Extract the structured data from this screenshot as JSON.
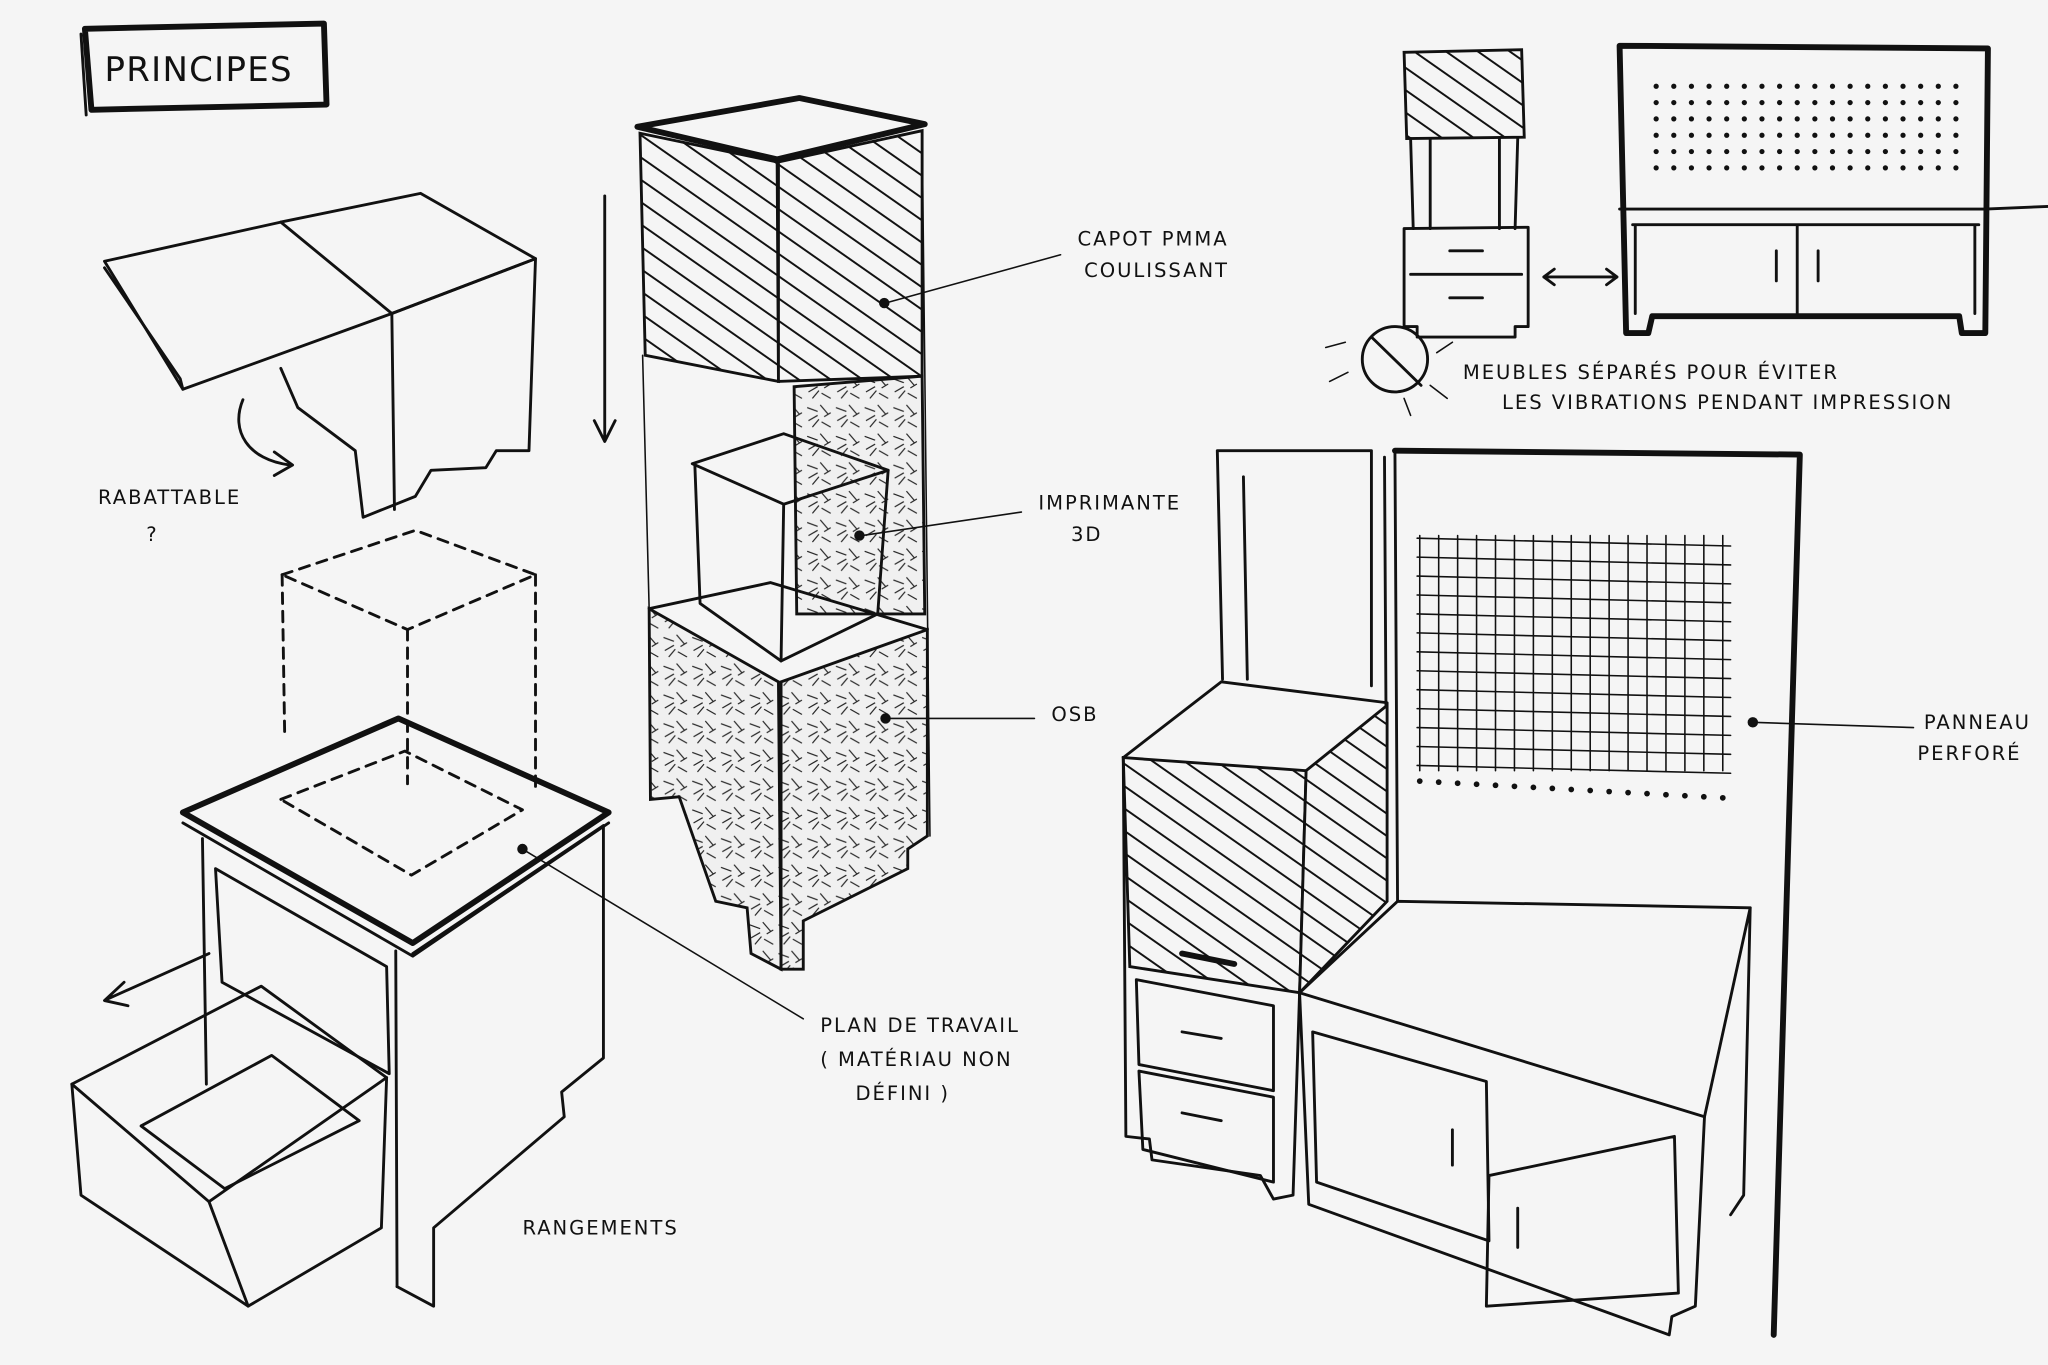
{
  "title": "PRINCIPES",
  "annotations": {
    "rabattable": "RABATTABLE",
    "rabattable_q": "?",
    "capot_line1": "CAPOT PMMA",
    "capot_line2": "COULISSANT",
    "imprimante_line1": "IMPRIMANTE",
    "imprimante_line2": "3D",
    "osb": "OSB",
    "plan_line1": "PLAN DE TRAVAIL",
    "plan_line2": "( MATÉRIAU NON",
    "plan_line3": "DÉFINI )",
    "rangements": "RANGEMENTS",
    "panneau_line1": "PANNEAU",
    "panneau_line2": "PERFORÉ",
    "meubles_line1": "MEUBLES SÉPARÉS POUR ÉVITER",
    "meubles_line2": "LES VIBRATIONS PENDANT IMPRESSION"
  },
  "colors": {
    "ink": "#111111",
    "paper": "#f5f5f5"
  }
}
